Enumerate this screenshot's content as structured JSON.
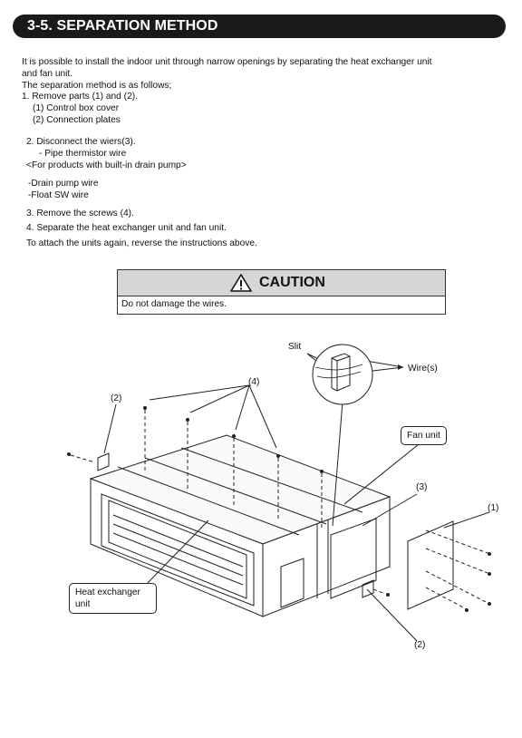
{
  "header": {
    "title": "3-5. SEPARATION METHOD"
  },
  "intro": {
    "line1": "It is possible to install the indoor unit through narrow openings by separating the heat exchanger unit",
    "line2": "and fan unit.",
    "line3": "The separation method is as follows;"
  },
  "steps": {
    "step1": "1. Remove parts (1) and (2).",
    "step1a": "(1) Control box cover",
    "step1b": "(2) Connection plates",
    "step2": "2. Disconnect the wiers(3).",
    "step2a": "- Pipe thermistor wire",
    "step2b": "<For products with built-in drain pump>",
    "step2c": "-Drain pump wire",
    "step2d": "-Float SW wire",
    "step3": "3. Remove the screws (4).",
    "step4": "4. Separate the heat exchanger unit and fan unit.",
    "note": "To attach the units again, reverse the instructions above."
  },
  "caution": {
    "title": "CAUTION",
    "text": "Do not damage the wires."
  },
  "diagram": {
    "slit": "Slit",
    "wires": "Wire(s)",
    "label_4": "(4)",
    "label_2_top": "(2)",
    "label_2_bottom": "(2)",
    "label_1": "(1)",
    "label_3": "(3)",
    "fan_unit": "Fan unit",
    "heat_exchanger_line1": "Heat exchanger",
    "heat_exchanger_line2": "unit"
  }
}
